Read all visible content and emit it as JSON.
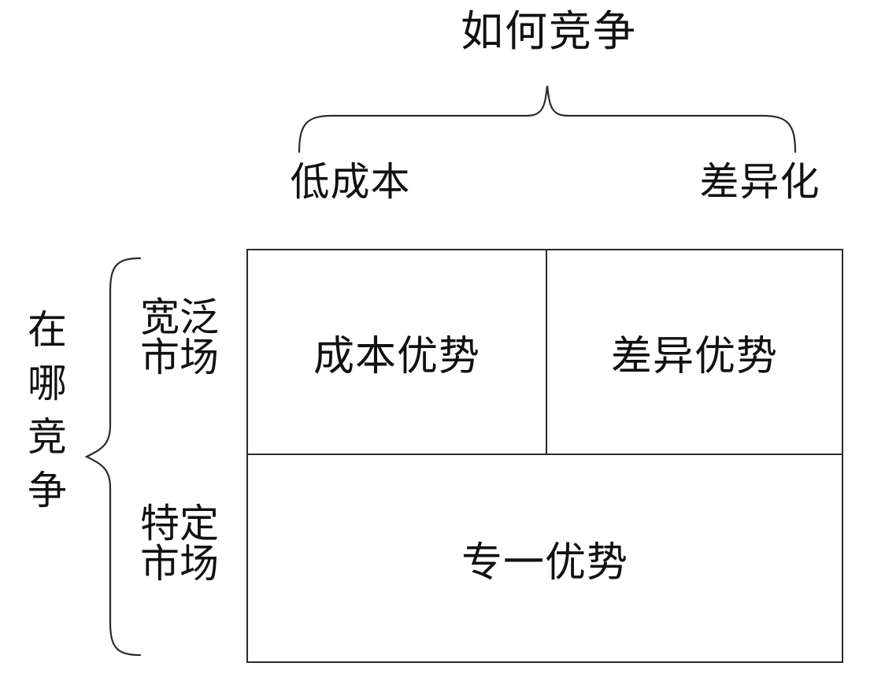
{
  "diagram": {
    "title": "如何竞争",
    "axis_top": {
      "label": "如何竞争",
      "brace": "horizontal-curly-brace",
      "columns": [
        {
          "label": "低成本"
        },
        {
          "label": "差异化"
        }
      ]
    },
    "axis_left": {
      "label": "在哪竞争",
      "label_chars": [
        "在",
        "哪",
        "竞",
        "争"
      ],
      "brace": "vertical-curly-brace",
      "rows": [
        {
          "label": "宽泛市场",
          "lines": [
            "宽泛",
            "市场"
          ]
        },
        {
          "label": "特定市场",
          "lines": [
            "特定",
            "市场"
          ]
        }
      ]
    },
    "matrix": {
      "cells": [
        {
          "id": "cost-advantage",
          "label": "成本优势",
          "row": "宽泛市场",
          "column": "低成本"
        },
        {
          "id": "differentiation-advantage",
          "label": "差异优势",
          "row": "宽泛市场",
          "column": "差异化"
        },
        {
          "id": "focus-advantage",
          "label": "专一优势",
          "row": "特定市场",
          "column": "低成本 + 差异化",
          "spans_columns": 2
        }
      ]
    },
    "colors": {
      "line": "#2b2b2b",
      "text": "#111111",
      "background": "#ffffff"
    }
  }
}
